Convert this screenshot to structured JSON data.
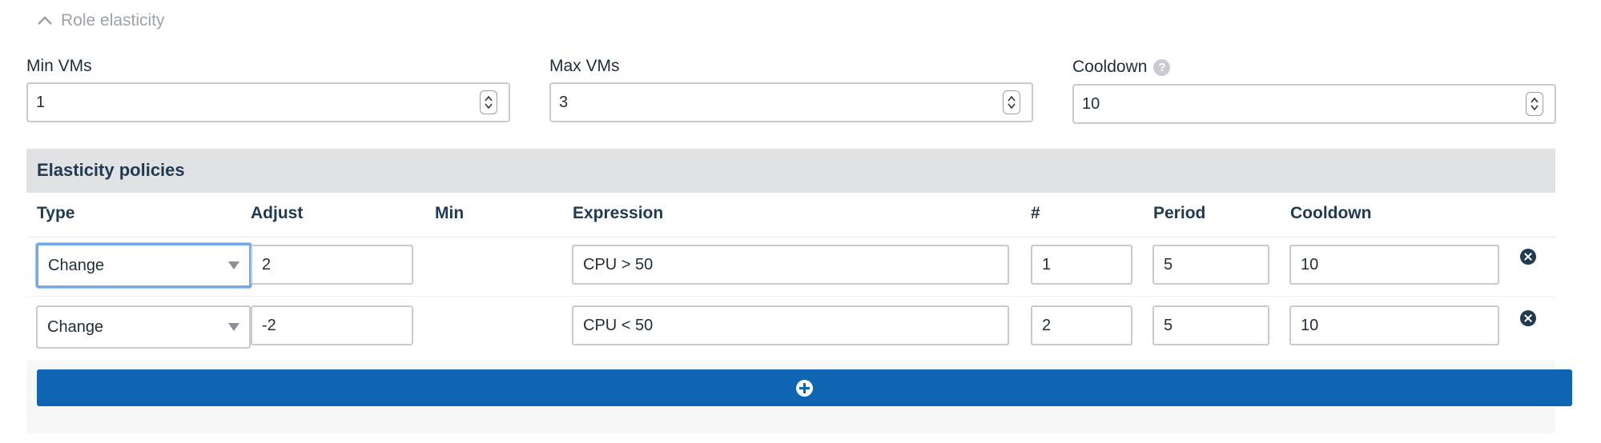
{
  "section": {
    "title": "Role elasticity"
  },
  "fields": {
    "min_vms": {
      "label": "Min VMs",
      "value": "1"
    },
    "max_vms": {
      "label": "Max VMs",
      "value": "3"
    },
    "cooldown": {
      "label": "Cooldown",
      "value": "10"
    }
  },
  "policies": {
    "title": "Elasticity policies",
    "columns": [
      "Type",
      "Adjust",
      "Min",
      "Expression",
      "#",
      "Period",
      "Cooldown"
    ],
    "rows": [
      {
        "type": "Change",
        "adjust": "2",
        "min": "",
        "expression": "CPU > 50",
        "count": "1",
        "period": "5",
        "cooldown": "10"
      },
      {
        "type": "Change",
        "adjust": "-2",
        "min": "",
        "expression": "CPU < 50",
        "count": "2",
        "period": "5",
        "cooldown": "10"
      }
    ]
  },
  "icons": {
    "collapse": "chevron-up-icon",
    "help": "question-circle-icon",
    "remove": "times-circle-icon",
    "add": "plus-circle-icon"
  },
  "colors": {
    "accent": "#0e65b2",
    "header_bg": "#e1e2e3",
    "heading_text": "#1f3a52",
    "focus": "#74a8e8"
  }
}
